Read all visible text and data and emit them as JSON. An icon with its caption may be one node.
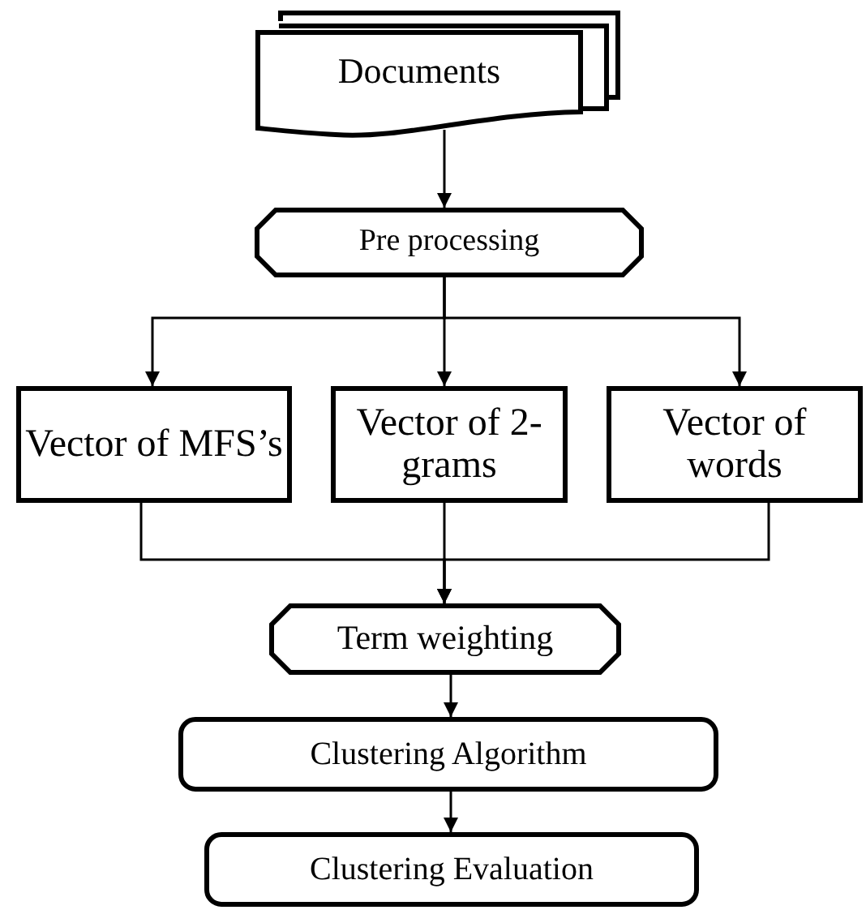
{
  "diagram": {
    "nodes": [
      {
        "text": [
          "Documents"
        ]
      },
      {
        "text": [
          "Pre processing"
        ]
      },
      {
        "text": [
          "Vector of MFS’s"
        ]
      },
      {
        "text": [
          "Vector of 2-grams"
        ]
      },
      {
        "text": [
          "Vector of words"
        ]
      },
      {
        "text": [
          "Term weighting"
        ]
      },
      {
        "text": [
          "Clustering Algorithm"
        ]
      },
      {
        "text": [
          "Clustering Evaluation"
        ]
      }
    ],
    "edges": [
      {
        "from": 0,
        "to": 1,
        "arrow": "to"
      },
      {
        "from": 1,
        "to": 2,
        "arrow": "to"
      },
      {
        "from": 1,
        "to": 3,
        "arrow": "to"
      },
      {
        "from": 1,
        "to": 4,
        "arrow": "to"
      },
      {
        "from": 2,
        "to": 5,
        "arrow": "to"
      },
      {
        "from": 3,
        "to": 5,
        "arrow": "to"
      },
      {
        "from": 4,
        "to": 5,
        "arrow": "to"
      },
      {
        "from": 5,
        "to": 6,
        "arrow": "to"
      },
      {
        "from": 6,
        "to": 7,
        "arrow": "to"
      }
    ]
  }
}
